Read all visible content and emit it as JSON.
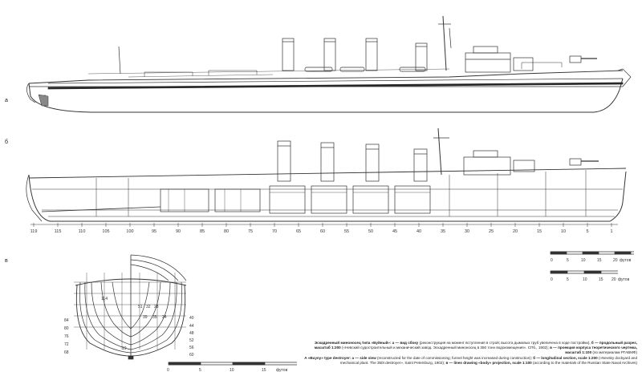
{
  "panel_labels": {
    "a": "а",
    "b": "б",
    "c": "в"
  },
  "frame_numbers": [
    "119",
    "115",
    "110",
    "105",
    "100",
    "95",
    "90",
    "85",
    "80",
    "75",
    "70",
    "65",
    "60",
    "55",
    "50",
    "45",
    "40",
    "35",
    "30",
    "25",
    "20",
    "15",
    "10",
    "5",
    "1"
  ],
  "scale_200": {
    "ticks": [
      "0",
      "5",
      "10",
      "15",
      "20"
    ],
    "unit": "футов"
  },
  "scale_100": {
    "ticks": [
      "0",
      "5",
      "10",
      "15",
      "20"
    ],
    "unit": "футов"
  },
  "body_plan_labels": {
    "left": [
      "84",
      "80",
      "76",
      "72",
      "68"
    ],
    "right": [
      "40",
      "44",
      "48",
      "52",
      "56",
      "60"
    ],
    "upper_left": "114",
    "upper_mid": [
      "51",
      "32",
      "28"
    ],
    "lower_mid": [
      "39",
      "35",
      "24"
    ],
    "bottom": "19"
  },
  "caption": {
    "ru_bold1": "Эскадренный миноносец типа «Буйный»: а — вид сбоку",
    "ru_text1": " (реконструкция на момент вступления в строй; высота дымовых труб увеличена в ходе постройки), ",
    "ru_bold2": "б — продольный разрез, масштаб 1:200",
    "ru_text2": " («Невский судостроительный и механический завод. Эскадренный миноносец в 350 тонн водоизмещения». СПб., 1902); ",
    "ru_bold3": "в — проекция корпуса теоретического чертежа, масштаб 1:100",
    "ru_text3": " (по материалам РГАВМФ)",
    "en_bold1": "A «Buyny» type destroyer: a — side view",
    "en_text1": " (reconstructed for the date of commissioning; funnel height was increased during construction); ",
    "en_bold2": "б — longitudinal section, scale 1:200",
    "en_text2": " («Nevsky dockyard and mechanical plant. The 350t destroyer». Saint Petersburg, 1902); ",
    "en_bold3": "в — lines drawing «body» projection, scale 1:100",
    "en_text3": " (according to the materials of the Russian State Naval Archives)"
  }
}
